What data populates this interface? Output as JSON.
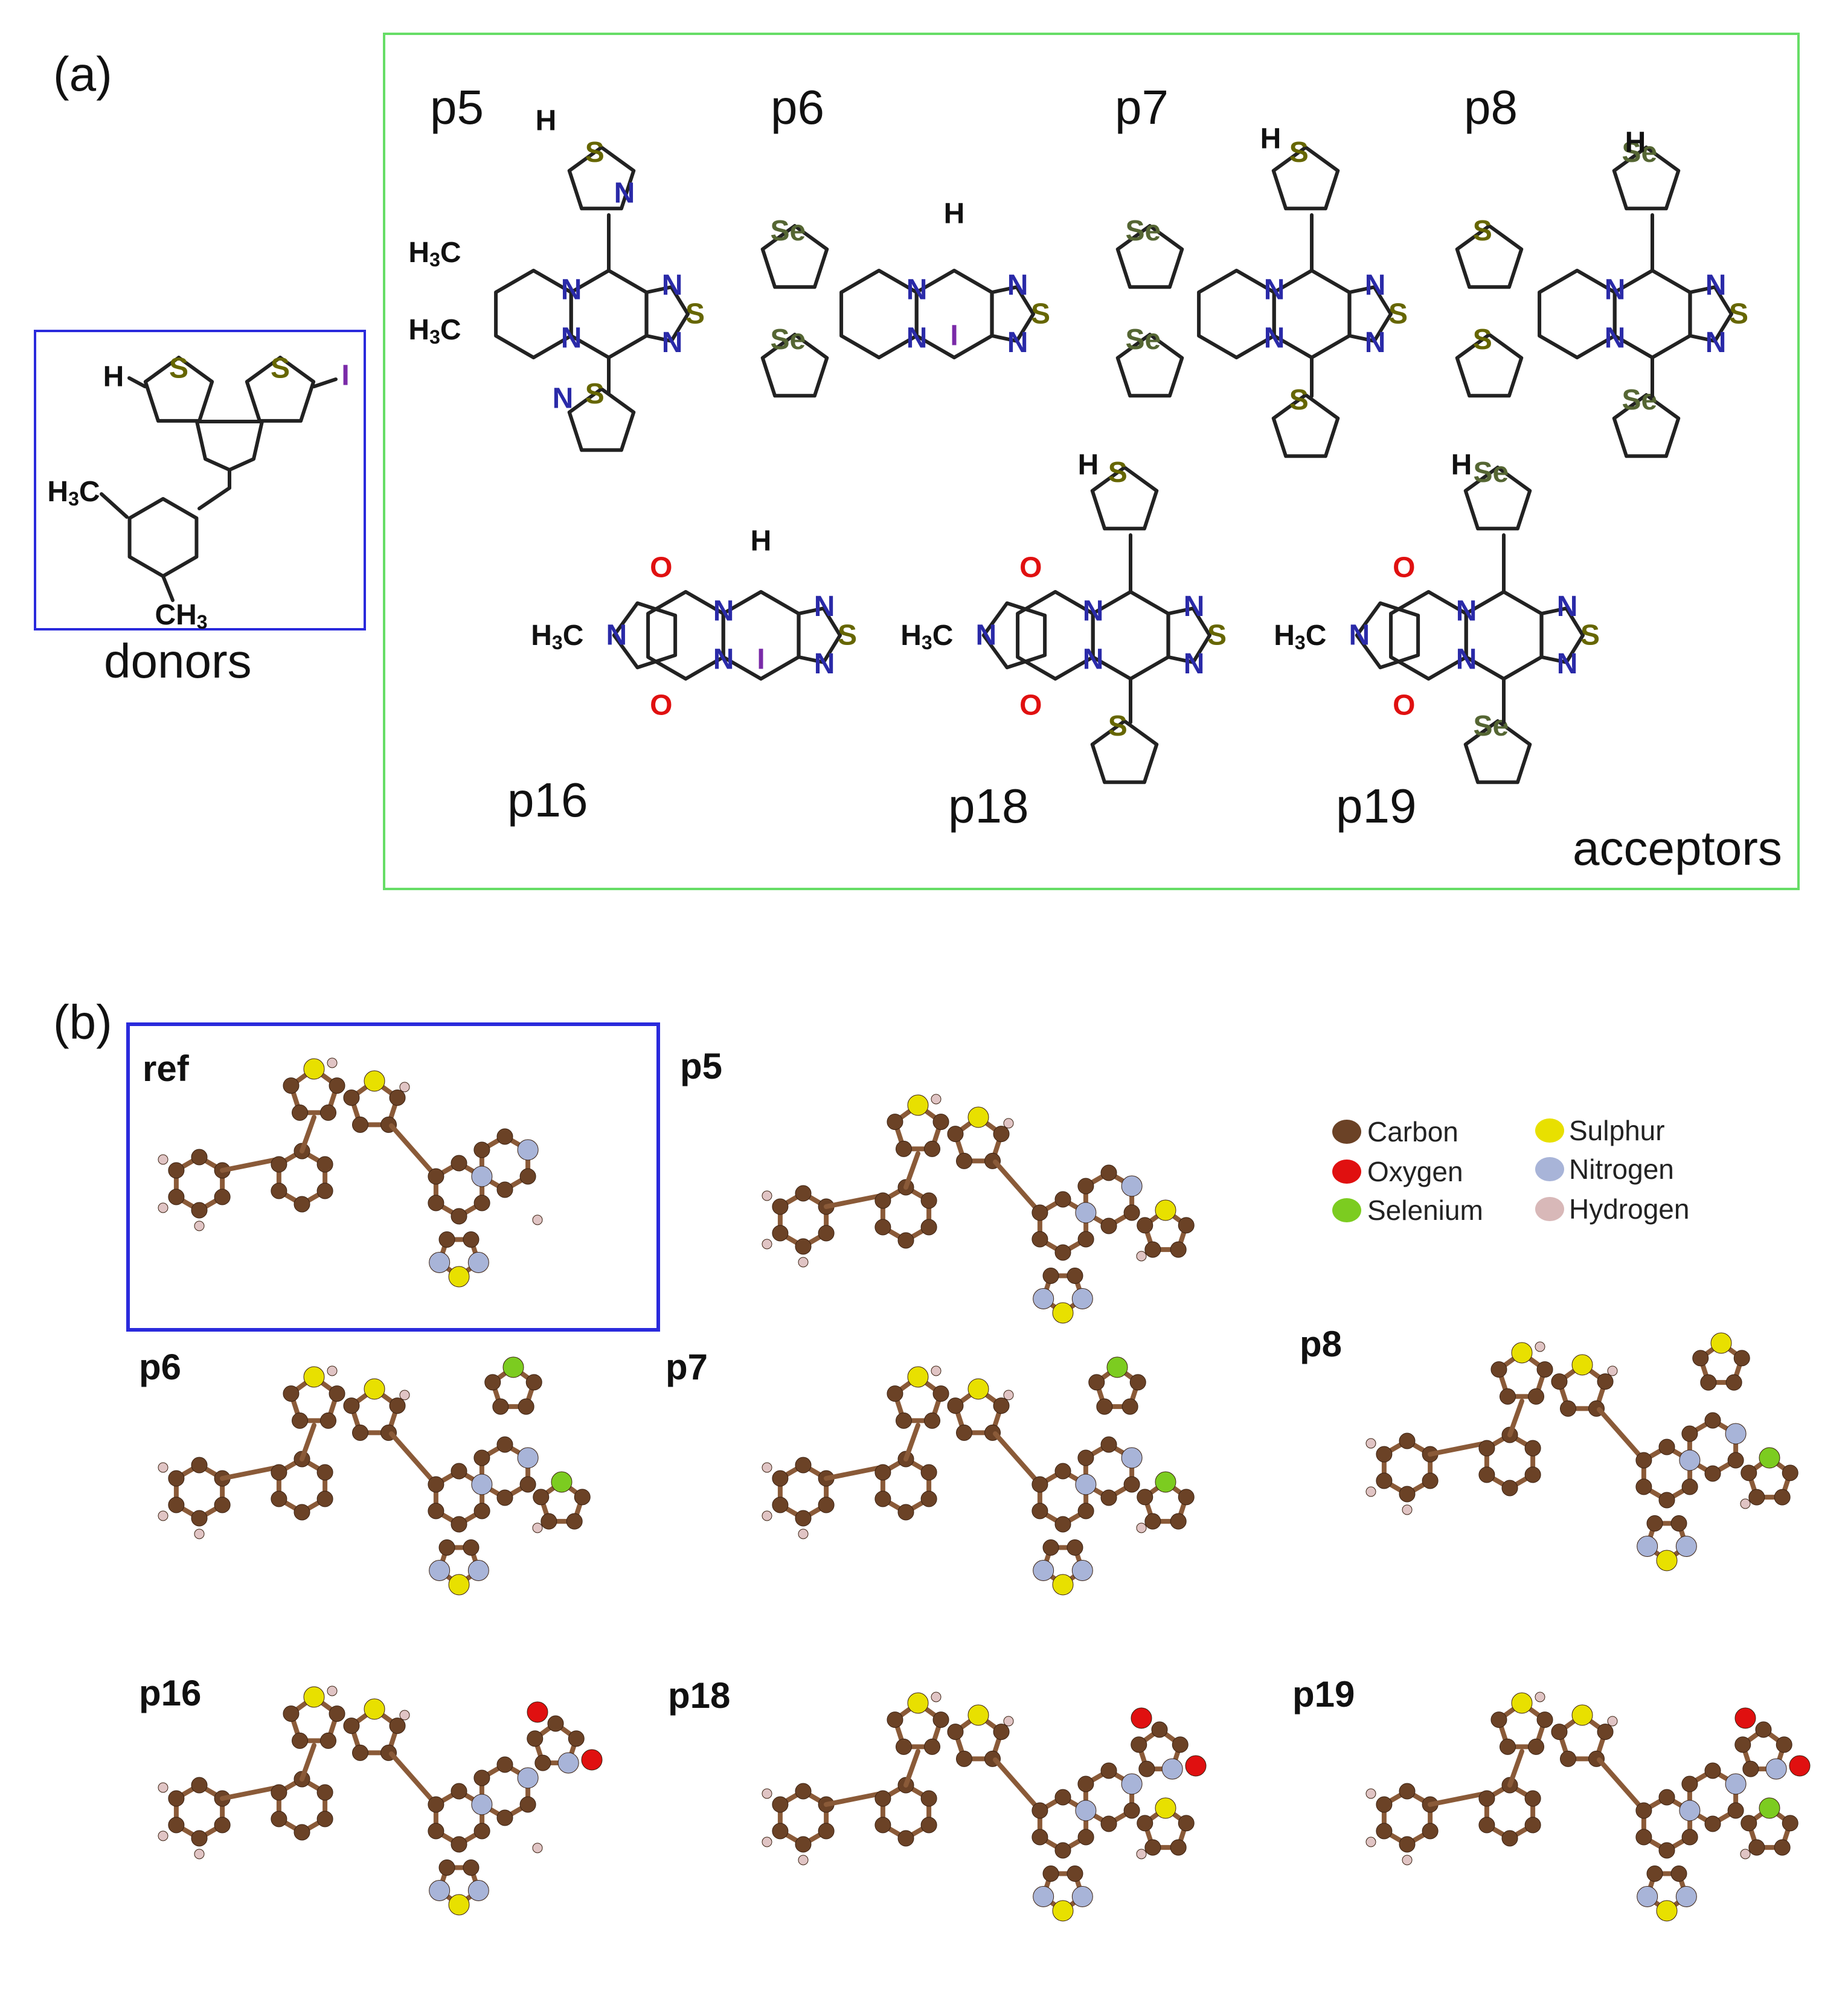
{
  "panel_a": {
    "label": "(a)",
    "donors_caption": "donors",
    "acceptors_caption": "acceptors",
    "molecule_names": [
      "p5",
      "p6",
      "p7",
      "p8",
      "p16",
      "p18",
      "p19"
    ]
  },
  "panel_b": {
    "label": "(b)",
    "structure_names": [
      "ref",
      "p5",
      "p6",
      "p7",
      "p8",
      "p16",
      "p18",
      "p19"
    ],
    "legend": [
      {
        "name": "Carbon",
        "color": "#6b4226"
      },
      {
        "name": "Sulphur",
        "color": "#e8e000"
      },
      {
        "name": "Oxygen",
        "color": "#e01010"
      },
      {
        "name": "Nitrogen",
        "color": "#a8b4d8"
      },
      {
        "name": "Selenium",
        "color": "#7ccc20"
      },
      {
        "name": "Hydrogen",
        "color": "#d8b8b8"
      }
    ]
  },
  "atom_labels": {
    "S": "S",
    "N": "N",
    "H": "H",
    "I": "I",
    "O": "O",
    "Se": "Se",
    "H3C": "H3C",
    "CH3": "CH3"
  },
  "colors": {
    "donor_box": "#2a2adc",
    "acceptor_box": "#66dd66",
    "nitrogen": "#2a2aa8",
    "sulfur": "#666600",
    "selenium": "#556633",
    "iodine": "#7a2aa8",
    "oxygen": "#e01010",
    "carbon": "#6b4226"
  }
}
